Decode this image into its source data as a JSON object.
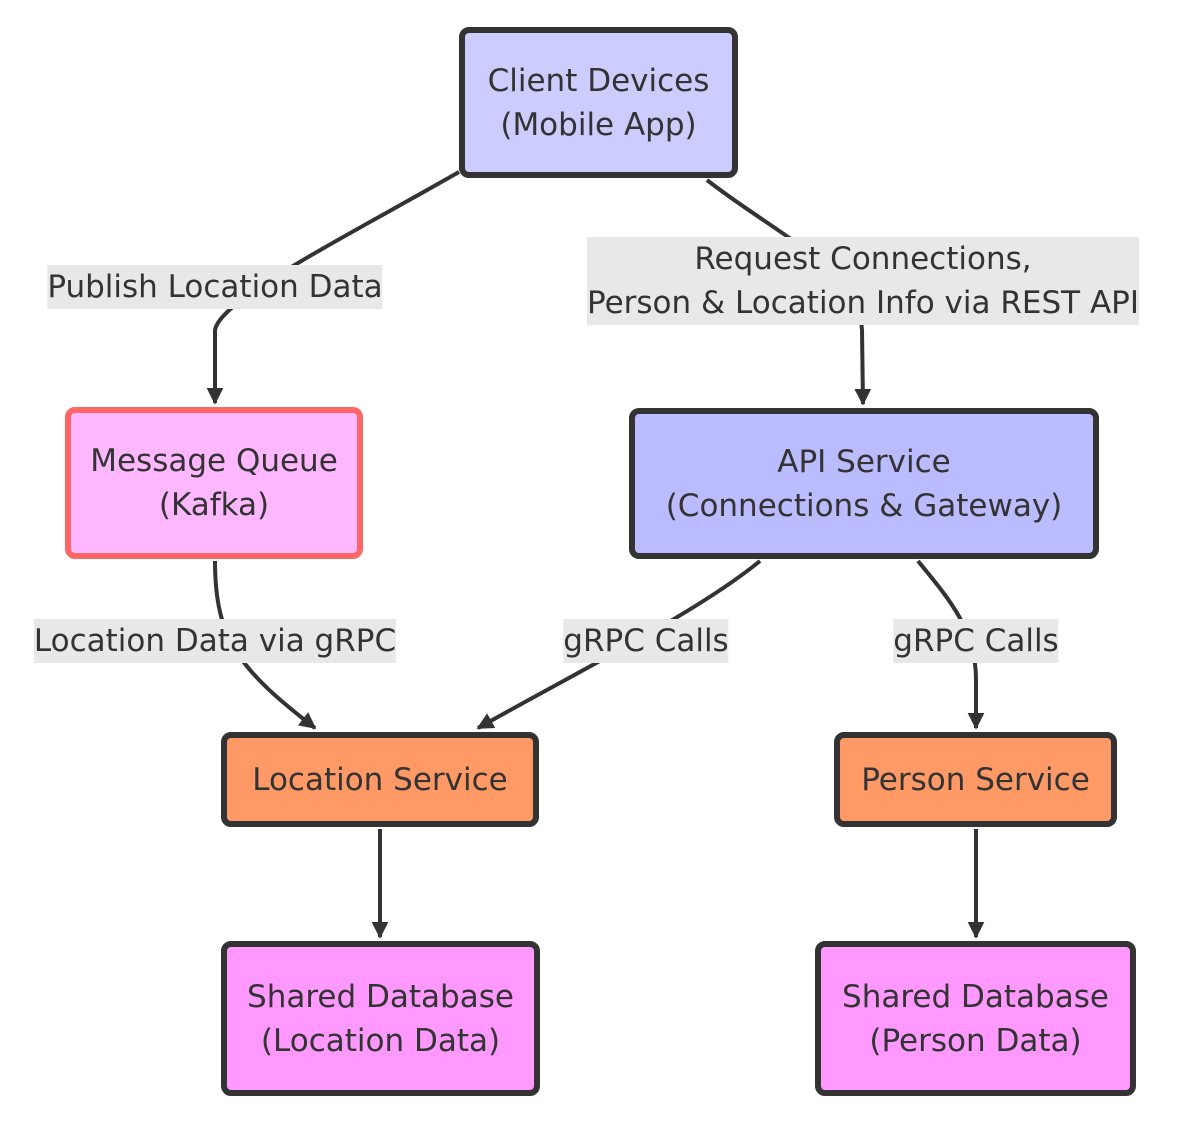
{
  "colors": {
    "stroke": "#333333",
    "client_fill": "#ccccff",
    "mq_fill": "#ffb7ff",
    "mq_stroke": "#ff6666",
    "api_fill": "#bbbbff",
    "service_fill": "#ff9966",
    "db_fill": "#ff99ff",
    "label_bg": "#e8e8e8"
  },
  "nodes": {
    "client": {
      "line1": "Client Devices",
      "line2": "(Mobile App)"
    },
    "message_queue": {
      "line1": "Message Queue",
      "line2": "(Kafka)"
    },
    "api_service": {
      "line1": "API Service",
      "line2": "(Connections & Gateway)"
    },
    "location_service": {
      "line1": "Location Service"
    },
    "person_service": {
      "line1": "Person Service"
    },
    "db_location": {
      "line1": "Shared Database",
      "line2": "(Location Data)"
    },
    "db_person": {
      "line1": "Shared Database",
      "line2": "(Person Data)"
    }
  },
  "edges": [
    {
      "from": "client",
      "to": "message_queue",
      "label": "Publish Location Data"
    },
    {
      "from": "client",
      "to": "api_service",
      "label": "Request Connections,",
      "label2": "Person & Location Info via REST API"
    },
    {
      "from": "message_queue",
      "to": "location_service",
      "label": "Location Data via gRPC"
    },
    {
      "from": "api_service",
      "to": "location_service",
      "label": "gRPC Calls"
    },
    {
      "from": "api_service",
      "to": "person_service",
      "label": "gRPC Calls"
    },
    {
      "from": "location_service",
      "to": "db_location",
      "label": ""
    },
    {
      "from": "person_service",
      "to": "db_person",
      "label": ""
    }
  ]
}
